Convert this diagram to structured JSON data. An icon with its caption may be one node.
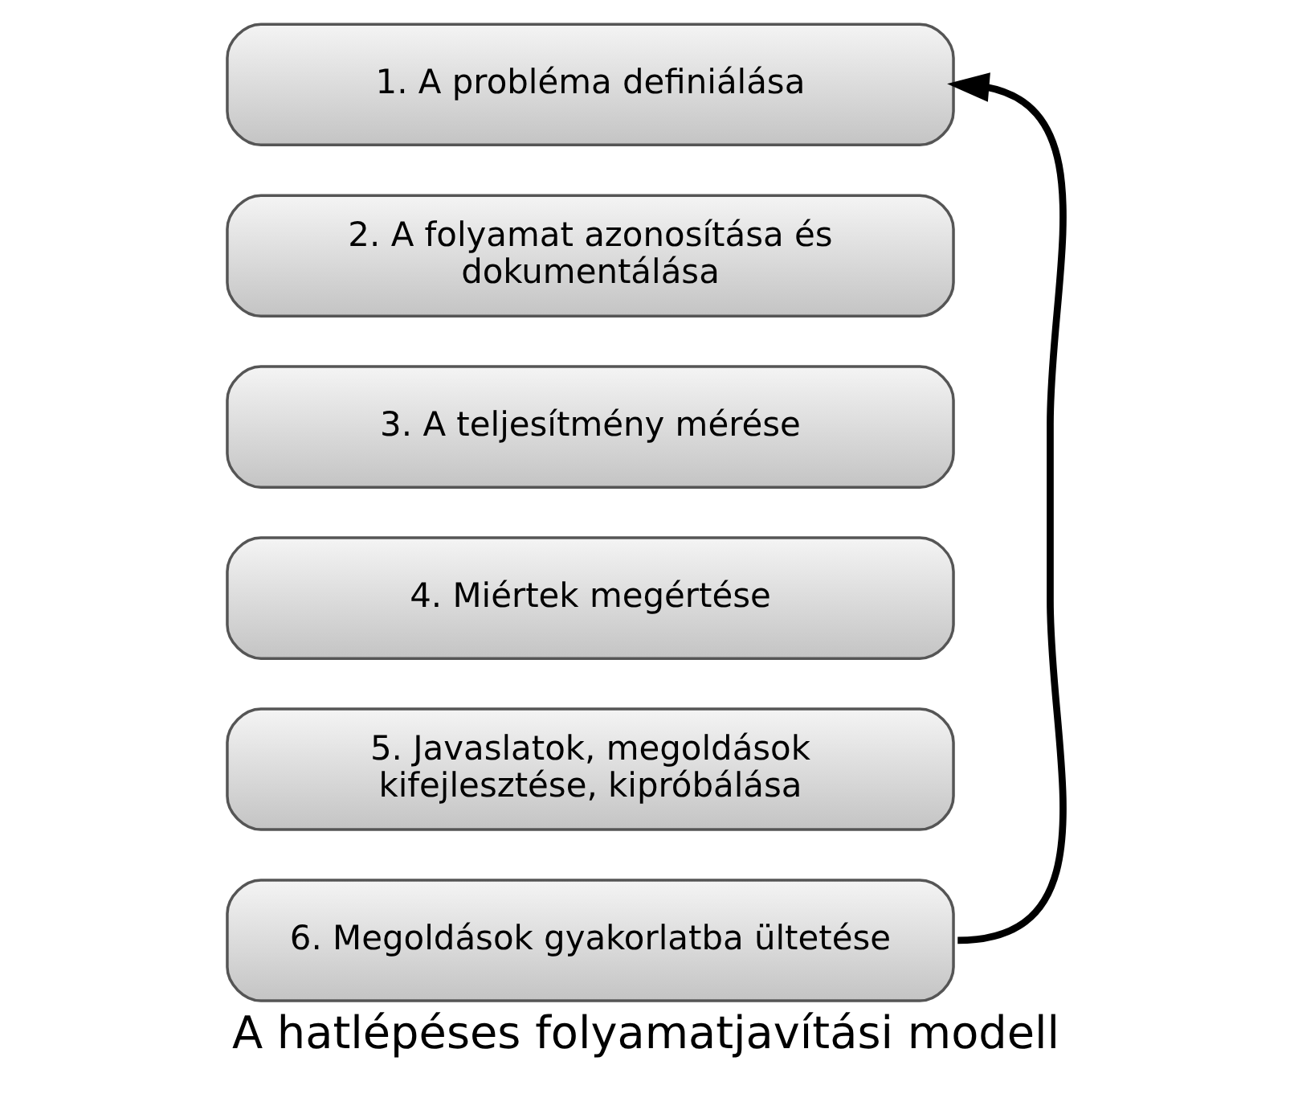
{
  "diagram": {
    "caption": "A hatlépéses folyamatjavítási modell",
    "nodes": [
      {
        "text": [
          "1. A probléma definiálása"
        ]
      },
      {
        "text": [
          "2. A folyamat azonosítása és dokumentálása"
        ]
      },
      {
        "text": [
          "3. A teljesítmény mérése"
        ]
      },
      {
        "text": [
          "4. Miértek megértése"
        ]
      },
      {
        "text": [
          "5. Javaslatok, megoldások kifejlesztése, kipróbálása"
        ]
      },
      {
        "text": [
          "6. Megoldások gyakorlatba ültetése"
        ]
      }
    ],
    "edges": [
      {
        "from": 5,
        "to": 0,
        "arrow": "to"
      }
    ]
  }
}
